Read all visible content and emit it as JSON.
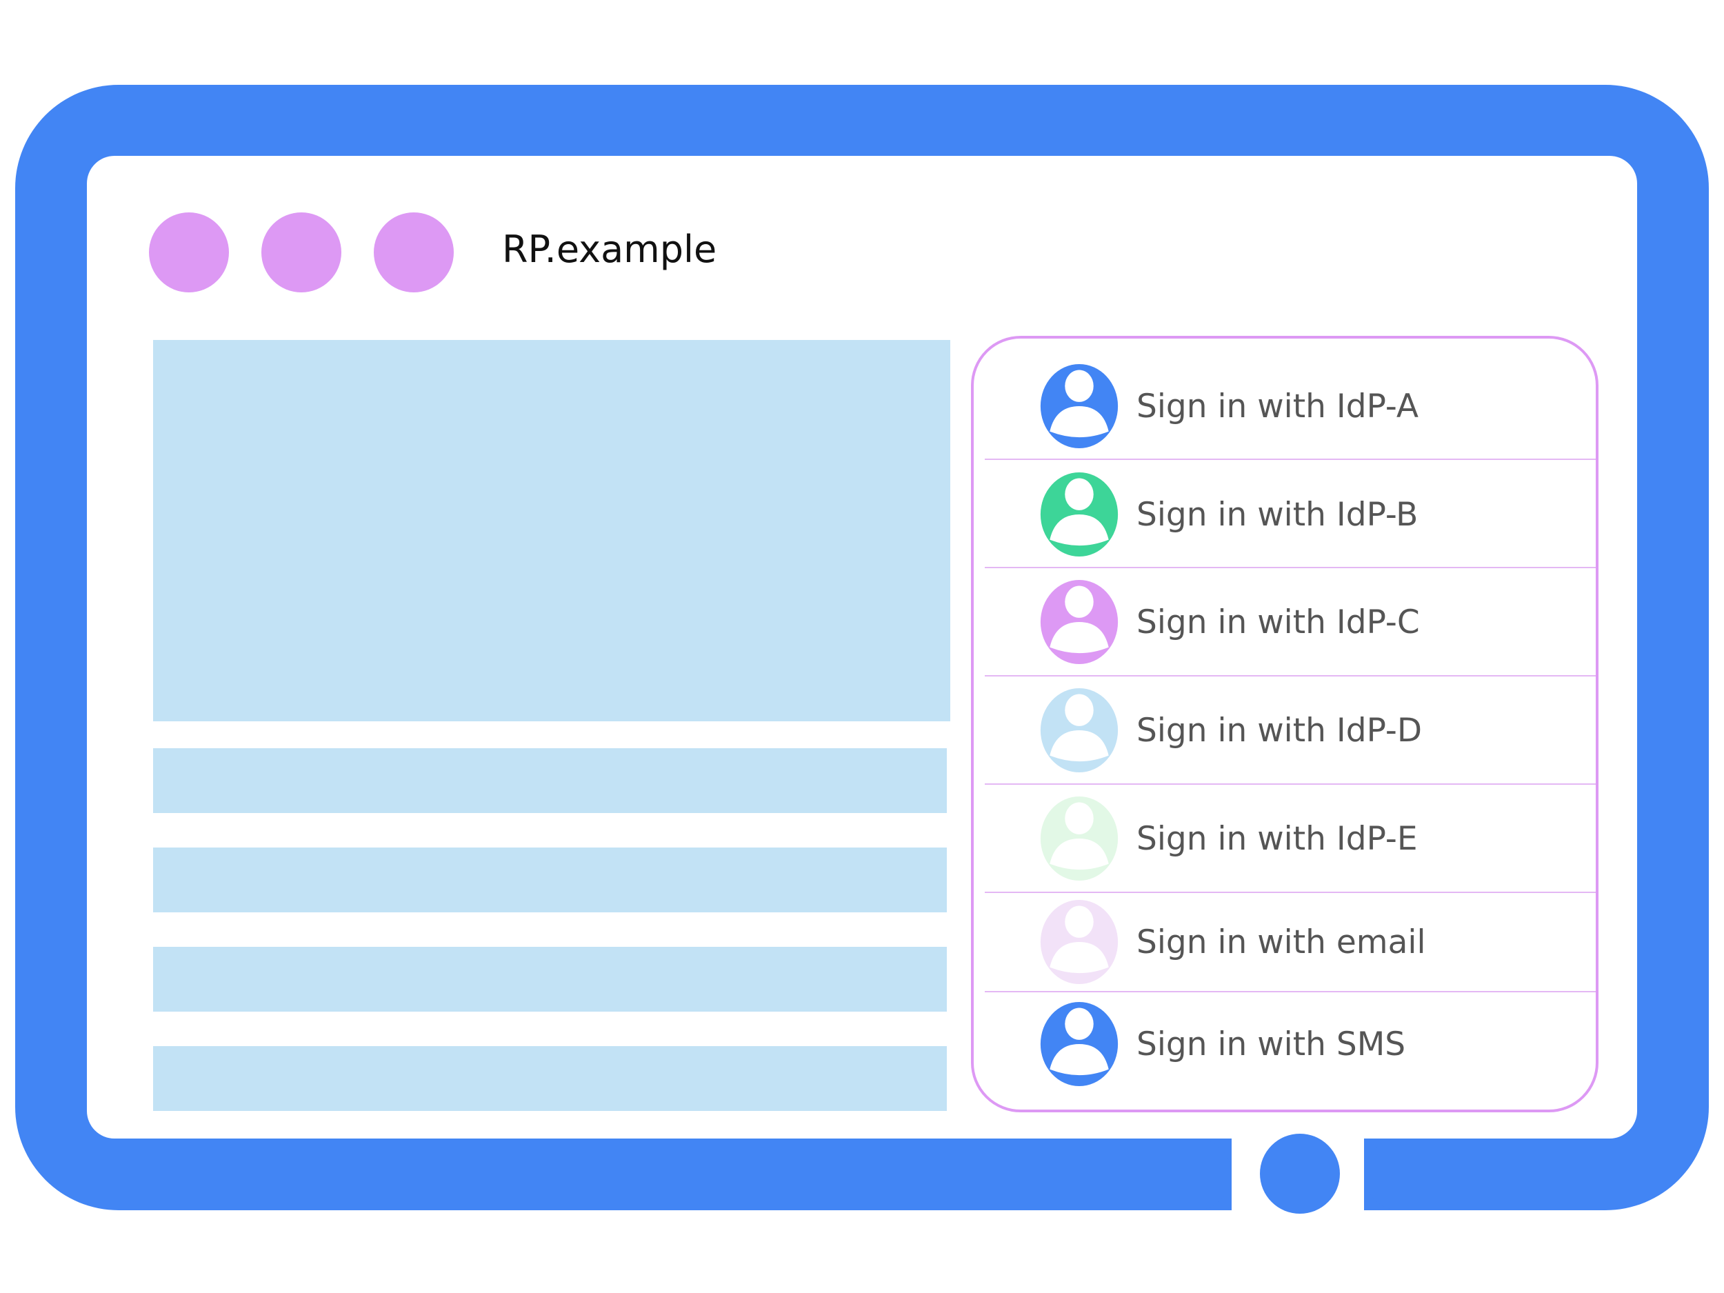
{
  "browser": {
    "title": "RP.example",
    "window_dots": [
      "#dd99f4",
      "#dd99f4",
      "#dd99f4"
    ],
    "frame_color": "#4285f4",
    "content_color": "#c2e2f5"
  },
  "account_chooser": {
    "border_color": "#dd99f4",
    "options": [
      {
        "label": "Sign in with IdP-A",
        "icon": "user-avatar-icon",
        "color": "#4285f4"
      },
      {
        "label": "Sign in with IdP-B",
        "icon": "user-avatar-icon",
        "color": "#3dd598"
      },
      {
        "label": "Sign in with IdP-C",
        "icon": "user-avatar-icon",
        "color": "#dd99f4"
      },
      {
        "label": "Sign in with IdP-D",
        "icon": "user-avatar-icon",
        "color": "#c2e2f5"
      },
      {
        "label": "Sign in with IdP-E",
        "icon": "user-avatar-icon",
        "color": "#e2f8e6"
      },
      {
        "label": "Sign in with email",
        "icon": "user-avatar-icon",
        "color": "#f2e2f8"
      },
      {
        "label": "Sign in with SMS",
        "icon": "user-avatar-icon",
        "color": "#4285f4"
      }
    ]
  }
}
